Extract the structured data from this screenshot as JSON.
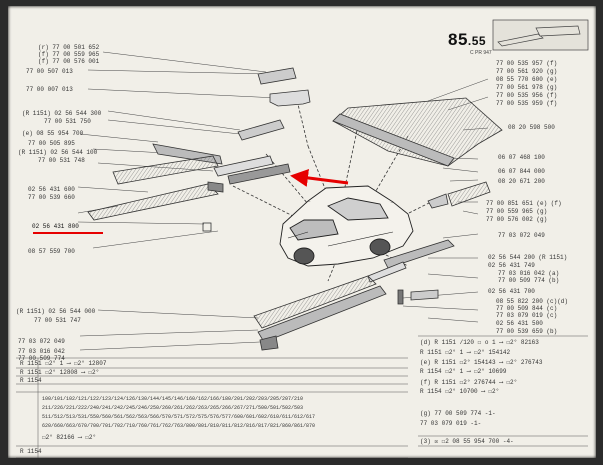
{
  "page": {
    "number": "85",
    "sub": ".55",
    "ref": "C      PR 947"
  },
  "left_labels": [
    {
      "t": "(r) 77 00 501 652"
    },
    {
      "t": "(f) 77 00 559 965"
    },
    {
      "t": "(f) 77 00 576 001"
    },
    {
      "t": "77 00 507 013"
    },
    {
      "t": "77 00 007 013"
    },
    {
      "t": "(R 1151) 02 56 544 300"
    },
    {
      "t": "77 00 531 750"
    },
    {
      "t": "(e) 08 55 954 700"
    },
    {
      "t": "77 00 505 895"
    },
    {
      "t": "(R 1151) 02 56 544 100"
    },
    {
      "t": "77 00 531 748"
    },
    {
      "t": "02 56 431 600"
    },
    {
      "t": "77 00 539 660"
    },
    {
      "t": "02 56 431 800"
    },
    {
      "t": "08 57 559 700"
    },
    {
      "t": "(R 1151) 02 56 544 000"
    },
    {
      "t": "77 00 531 747"
    },
    {
      "t": "77 03 072 049"
    },
    {
      "t": "77 03 016 042"
    },
    {
      "t": "77 00 509 774"
    }
  ],
  "right_labels": [
    {
      "t": "77 00 535 957 (f)"
    },
    {
      "t": "77 00 561 920 (g)"
    },
    {
      "t": "08 55 770 600 (e)"
    },
    {
      "t": "77 00 561 978 (g)"
    },
    {
      "t": "77 00 535 956 (f)"
    },
    {
      "t": "77 00 535 959 (f)"
    },
    {
      "t": "08 20 598 500"
    },
    {
      "t": "06 07 468 100"
    },
    {
      "t": "06 07 844 000"
    },
    {
      "t": "08 20 671 200"
    },
    {
      "t": "77 00 851 651 (e) (f)"
    },
    {
      "t": "77 00 559 965 (g)"
    },
    {
      "t": "77 00 576 002 (g)"
    },
    {
      "t": "77 03 072 049"
    },
    {
      "t": "02 56 544 200 (R 1151)"
    },
    {
      "t": "02 56 431 749"
    },
    {
      "t": "77 03 016 042 (a)"
    },
    {
      "t": "77 00 509 774 (b)"
    },
    {
      "t": "02 56 431 700"
    },
    {
      "t": "08 55 822 200 (c)(d)"
    },
    {
      "t": "77 00 509 844 (c)"
    },
    {
      "t": "77 03 079 019 (c)"
    },
    {
      "t": "02 56 431 500"
    },
    {
      "t": "77 00 539 659 (b)"
    }
  ],
  "bottom_left_rows": [
    {
      "t": "R 1151     ☐2°          1 ⟶ ☐2°   12807"
    },
    {
      "t": "R 1151     ☐2°    12808 ⟶ ☐2°"
    },
    {
      "t": "R 1154"
    },
    {
      "t": "100/101/102/121/122/123/124/126/130/144/145/146/160/162/166/180/201/202/203/205/207/210"
    },
    {
      "t": "211/226/221/222/240/241/242/245/246/250/260/261/262/263/265/266/267/271/500/501/502/503"
    },
    {
      "t": "511/512/513/531/550/560/561/562/563/566/570/571/572/575/576/577/600/601/602/610/611/612/617"
    },
    {
      "t": "620/660/663/670/700/701/702/710/760/761/762/763/800/801/810/811/812/816/817/821/860/861/870"
    },
    {
      "t": "☐2°     82166 ⟶ ☐2°"
    },
    {
      "t": "R 1154"
    }
  ],
  "bottom_right_rows": [
    {
      "t": "(d)  R 1151  /120 ☐ o      1 ⟶ ☐2°  82163"
    },
    {
      "t": "      R 1151  ☐2°            1 ⟶ ☐2°  154142"
    },
    {
      "t": "(e)  R 1151  ☐2°  154143 ⟶ ☐2°  276743"
    },
    {
      "t": "      R 1154  ☐2°            1 ⟶ ☐2°  10699"
    },
    {
      "t": "(f)   R 1151  ☐2°  276744 ⟶ ☐2°"
    },
    {
      "t": "      R 1154  ☐2°    10700 ⟶ ☐2°"
    },
    {
      "t": "(g)                 77 00 509 774 -1-"
    },
    {
      "t": "                    77 03 079 019 -1-"
    },
    {
      "t": "(3)  ☒ ☐2       08 55 954 700 -4-"
    }
  ],
  "highlight": {
    "part": "02 56 431 800",
    "color": "#e60000"
  }
}
